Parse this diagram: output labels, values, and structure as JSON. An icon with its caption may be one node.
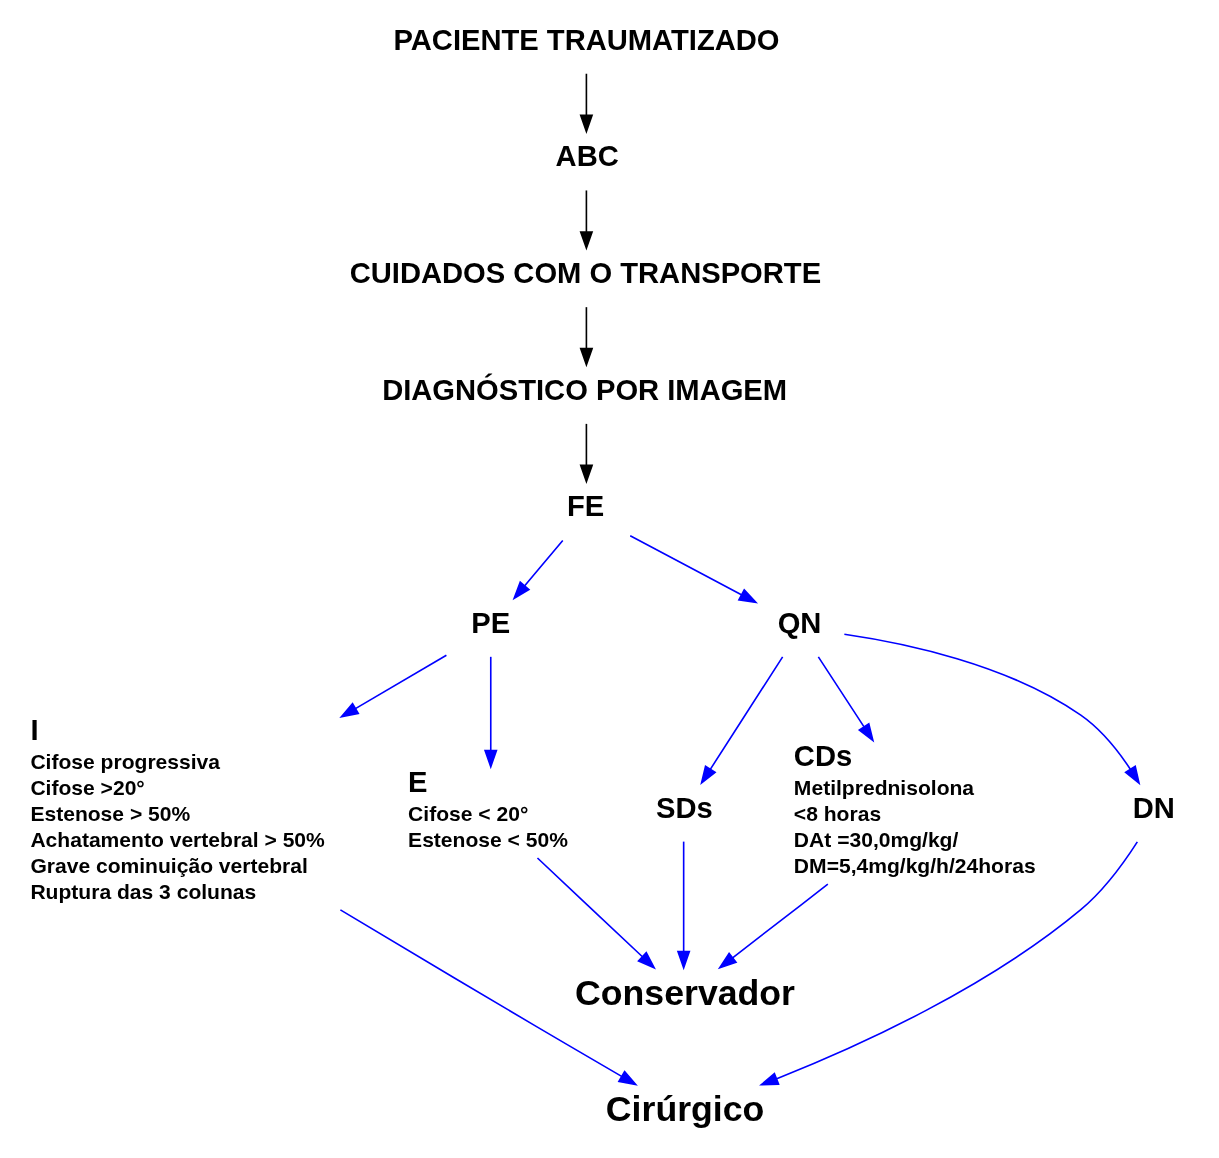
{
  "diagram": {
    "nodes": [
      {
        "text": [
          "PACIENTE TRAUMATIZADO"
        ]
      },
      {
        "text": [
          "ABC"
        ]
      },
      {
        "text": [
          "CUIDADOS COM O TRANSPORTE"
        ]
      },
      {
        "text": [
          "DIAGNÓSTICO POR IMAGEM"
        ]
      },
      {
        "text": [
          "FE"
        ]
      },
      {
        "text": [
          "PE"
        ]
      },
      {
        "text": [
          "QN"
        ]
      },
      {
        "text": [
          "I",
          "Cifose progressiva",
          "Cifose >20°",
          "Estenose > 50%",
          "Achatamento vertebral > 50%",
          "Grave cominuição vertebral",
          "Ruptura das 3 colunas"
        ]
      },
      {
        "text": [
          "E",
          "Cifose < 20°",
          "Estenose < 50%"
        ]
      },
      {
        "text": [
          "SDs"
        ]
      },
      {
        "text": [
          "CDs",
          "Metilprednisolona",
          "<8 horas",
          "DAt =30,0mg/kg/",
          "DM=5,4mg/kg/h/24horas"
        ]
      },
      {
        "text": [
          "DN"
        ]
      },
      {
        "text": [
          "Conservador"
        ]
      },
      {
        "text": [
          "Cirúrgico"
        ]
      }
    ],
    "edges": [
      {
        "from": 0,
        "to": 1,
        "arrow": "to",
        "color": "#000000"
      },
      {
        "from": 1,
        "to": 2,
        "arrow": "to",
        "color": "#000000"
      },
      {
        "from": 2,
        "to": 3,
        "arrow": "to",
        "color": "#000000"
      },
      {
        "from": 3,
        "to": 4,
        "arrow": "to",
        "color": "#000000"
      },
      {
        "from": 4,
        "to": 5,
        "arrow": "to"
      },
      {
        "from": 4,
        "to": 6,
        "arrow": "to"
      },
      {
        "from": 5,
        "to": 7,
        "arrow": "to"
      },
      {
        "from": 5,
        "to": 8,
        "arrow": "to"
      },
      {
        "from": 6,
        "to": 9,
        "arrow": "to"
      },
      {
        "from": 6,
        "to": 10,
        "arrow": "to"
      },
      {
        "from": 6,
        "to": 11,
        "arrow": "to"
      },
      {
        "from": 8,
        "to": 12,
        "arrow": "to"
      },
      {
        "from": 9,
        "to": 12,
        "arrow": "to"
      },
      {
        "from": 10,
        "to": 12,
        "arrow": "to"
      },
      {
        "from": 7,
        "to": 13,
        "arrow": "to"
      },
      {
        "from": 11,
        "to": 13,
        "arrow": "to"
      }
    ]
  }
}
